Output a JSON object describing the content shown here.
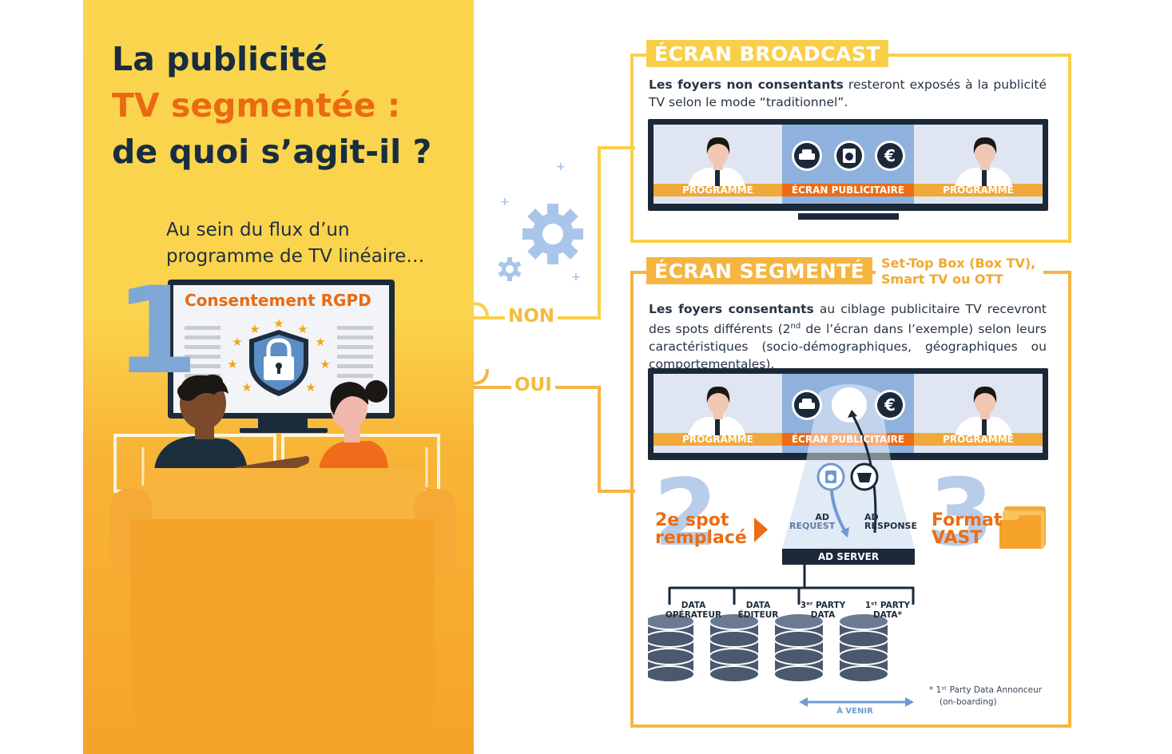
{
  "colors": {
    "yellow": "#fbd54e",
    "orange_bg": "#f5a32a",
    "orange_text": "#ea6a12",
    "navy": "#182d3f",
    "blue": "#7ea7d5",
    "frame_yellow": "#f9cf4a",
    "frame_orange": "#f5b541"
  },
  "title": {
    "line1": "La publicité",
    "line2": "TV segmentée :",
    "line3": "de quoi s’agit-il ?"
  },
  "intro": "Au sein du flux d’un programme de TV linéaire…",
  "step1": {
    "number": "1",
    "screen_title": "Consentement RGPD",
    "icon": "lock-shield-icon"
  },
  "branches": {
    "no": "NON",
    "yes": "OUI"
  },
  "broadcast": {
    "tag": "ÉCRAN BROADCAST",
    "desc_bold": "Les foyers non consentants",
    "desc_rest": " resteront exposés à la publicité TV selon le mode “traditionnel”.",
    "labels": [
      "PROGRAMME",
      "ÉCRAN PUBLICITAIRE",
      "PROGRAMME"
    ]
  },
  "segmented": {
    "tag": "ÉCRAN SEGMENTÉ",
    "devices_line1": "Set-Top Box (Box TV),",
    "devices_line2": "Smart TV ou OTT",
    "desc_bold": "Les foyers consentants",
    "desc_a": " au ciblage publicitaire TV recevront des spots différents (2",
    "desc_sup": "nd",
    "desc_b": " de l’écran dans l’exemple) selon leurs caractéristiques (socio-démographiques, géographiques ou comportementales).",
    "labels": [
      "PROGRAMME",
      "ÉCRAN PUBLICITAIRE",
      "PROGRAMME"
    ]
  },
  "step2": {
    "number": "2",
    "line1": "2e spot",
    "line2": "remplacé"
  },
  "step3": {
    "number": "3",
    "line1": "Format",
    "line2": "VAST"
  },
  "ad": {
    "request_1": "AD",
    "request_2": "REQUEST",
    "response_1": "AD",
    "response_2": "RESPONSE",
    "server": "AD SERVER"
  },
  "data_sources": [
    {
      "line1": "DATA",
      "line2": "OPÉRATEUR"
    },
    {
      "line1": "DATA",
      "line2": "ÉDITEUR"
    },
    {
      "line1": "3ᵉʳ PARTY",
      "line2": "DATA"
    },
    {
      "line1": "1ˢᵗ PARTY",
      "line2": "DATA*"
    }
  ],
  "a_venir": "À VENIR",
  "footnote": {
    "line1": "* 1ˢᵗ Party Data Annonceur",
    "line2": "(on-boarding)"
  }
}
